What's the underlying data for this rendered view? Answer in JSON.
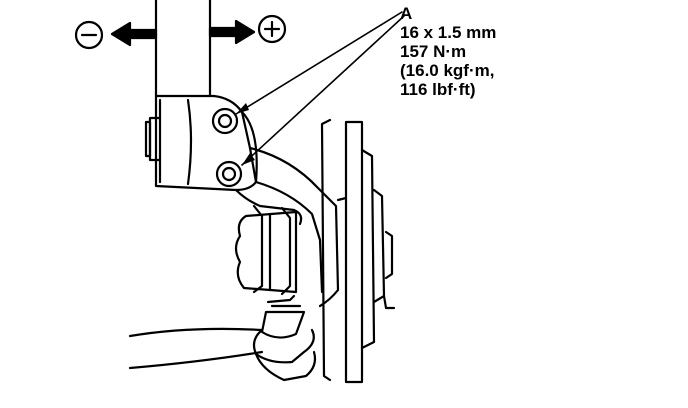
{
  "callout": {
    "letter": "A",
    "size": "16 x 1.5 mm",
    "torque_nm": "157 N·m",
    "torque_kgf": "(16.0 kgf·m,",
    "torque_lbf": "116 lbf·ft)"
  },
  "direction": {
    "minus": "⊖",
    "plus": "⊕"
  },
  "colors": {
    "line": "#000000",
    "background": "#ffffff"
  }
}
